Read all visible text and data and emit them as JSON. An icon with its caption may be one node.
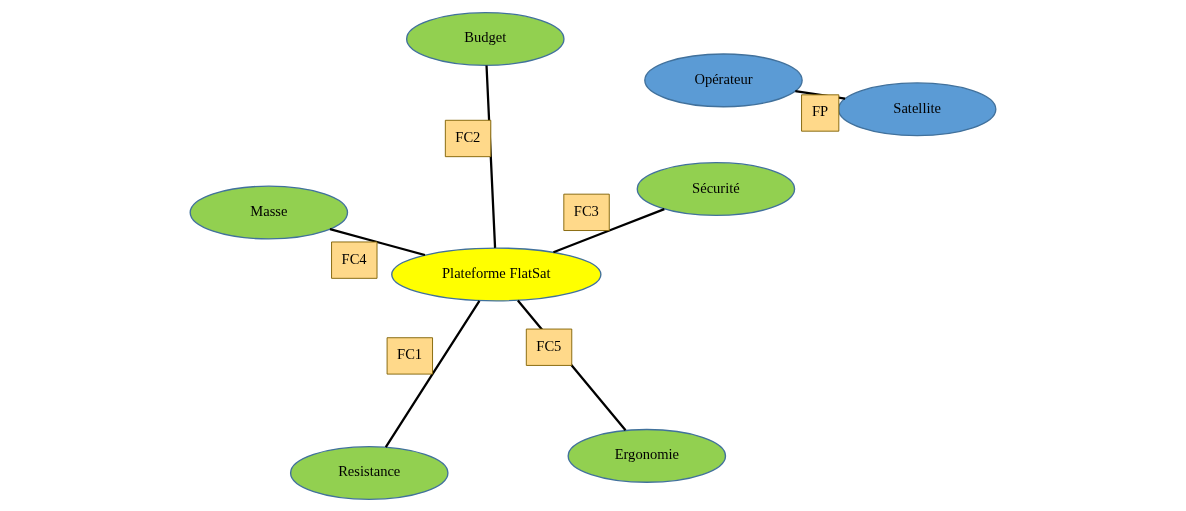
{
  "diagram": {
    "nodes": [
      {
        "text": [
          "Opérateur"
        ]
      },
      {
        "text": [
          "Satellite"
        ]
      },
      {
        "text": [
          "Plateforme FlatSat"
        ]
      },
      {
        "text": [
          "Ergonomie"
        ]
      },
      {
        "text": [
          "Resistance"
        ]
      },
      {
        "text": [
          "Masse"
        ]
      },
      {
        "text": [
          "Sécurité"
        ]
      },
      {
        "text": [
          "Budget"
        ]
      }
    ],
    "edges": [
      {
        "from": 0,
        "to": 1,
        "arrow": "none",
        "label": "FP"
      },
      {
        "from": 2,
        "to": 4,
        "arrow": "none",
        "label": "FC1"
      },
      {
        "from": 2,
        "to": 7,
        "arrow": "none",
        "label": "FC2"
      },
      {
        "from": 2,
        "to": 6,
        "arrow": "none",
        "label": "FC3"
      },
      {
        "from": 2,
        "to": 5,
        "arrow": "none",
        "label": "FC4"
      },
      {
        "from": 2,
        "to": 3,
        "arrow": "none",
        "label": "FC5"
      }
    ]
  }
}
